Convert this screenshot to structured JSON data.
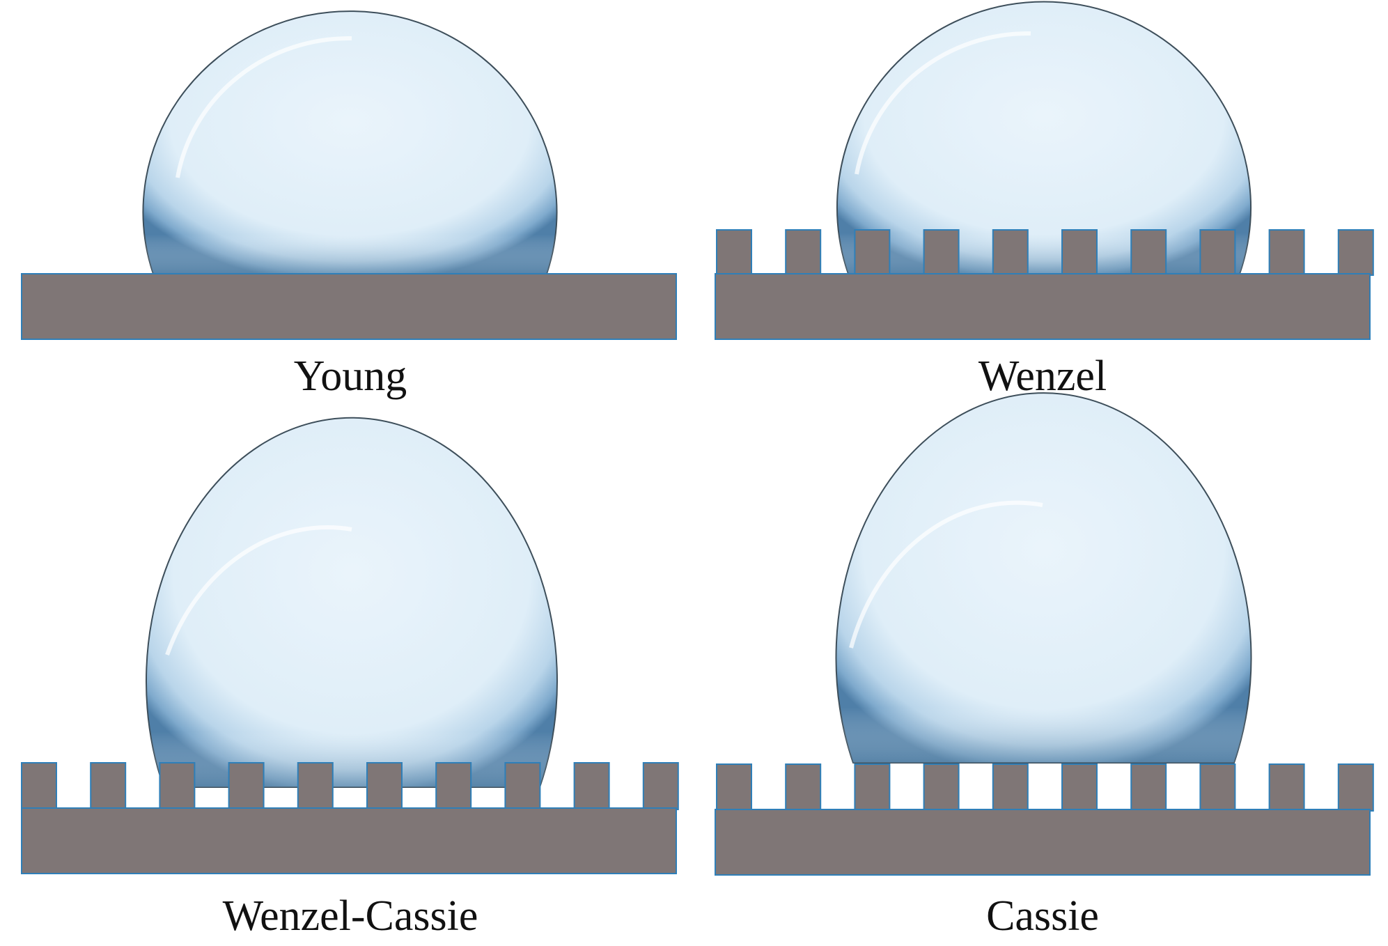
{
  "figure": {
    "panels": [
      {
        "label": "Young",
        "state": "smooth-surface"
      },
      {
        "label": "Wenzel",
        "state": "fully-wetted-grooves"
      },
      {
        "label": "Wenzel-Cassie",
        "state": "partially-wetted-grooves"
      },
      {
        "label": "Cassie",
        "state": "air-trapped-grooves"
      }
    ],
    "colors": {
      "substrate": "#7f7676",
      "substrate_edge": "#2f7fb8",
      "droplet_fill": "#e6f1f8",
      "droplet_rim": "#6f9cc0",
      "droplet_outline": "#3d4e5a"
    }
  }
}
